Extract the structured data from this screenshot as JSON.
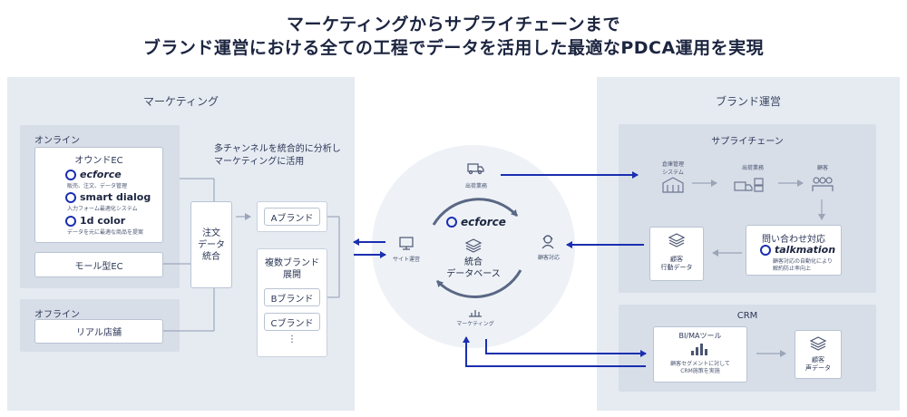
{
  "header": {
    "line1": "マーケティングからサプライチェーンまで",
    "line2": "ブランド運営における全ての工程でデータを活用した最適なPDCA運用を実現"
  },
  "marketing": {
    "title": "マーケティング",
    "online": {
      "label": "オンライン",
      "owned_ec": {
        "label": "オウンドEC",
        "items": [
          {
            "name": "ecforce",
            "desc": "販売、注文、データ管理"
          },
          {
            "name": "smart dialog",
            "desc": "入力フォーム最適化システム"
          },
          {
            "name": "1d color",
            "desc": "データを元に最適な商品を提案"
          }
        ]
      },
      "mall_ec": "モール型EC"
    },
    "offline": {
      "label": "オフライン",
      "store": "リアル店舗"
    },
    "integrate": "注文\nデータ\n統合",
    "caption": "多チャンネルを統合的に分析し\nマーケティングに活用",
    "brand_a": "Aブランド",
    "multi": {
      "label": "複数ブランド\n展開",
      "b": "Bブランド",
      "c": "Cブランド",
      "dots": "⋮"
    }
  },
  "center": {
    "logo": "ecforce",
    "db": "統合\nデータベース",
    "shipping": "出荷業務",
    "site": "サイト運営",
    "support": "顧客対応",
    "marketing": "マーケティング"
  },
  "brand": {
    "title": "ブランド運営",
    "supply": {
      "title": "サプライチェーン",
      "warehouse": "倉庫管理\nシステム",
      "ship": "出荷業務",
      "customer": "顧客",
      "inquiry": "問い合わせ対応",
      "talkmation": "talkmation",
      "talk_desc": "顧客対応の自動化により\n解約防止率向上",
      "behavior": "顧客\n行動データ"
    },
    "crm": {
      "title": "CRM",
      "bi": "BI/MAツール",
      "bi_desc": "顧客セグメントに対して\nCRM施策を実施",
      "voice": "顧客\n声データ"
    }
  },
  "colors": {
    "accent": "#1a2fb0",
    "panel": "#e6ebf2",
    "inner": "#d7dee8",
    "line": "#8f9bb0"
  }
}
